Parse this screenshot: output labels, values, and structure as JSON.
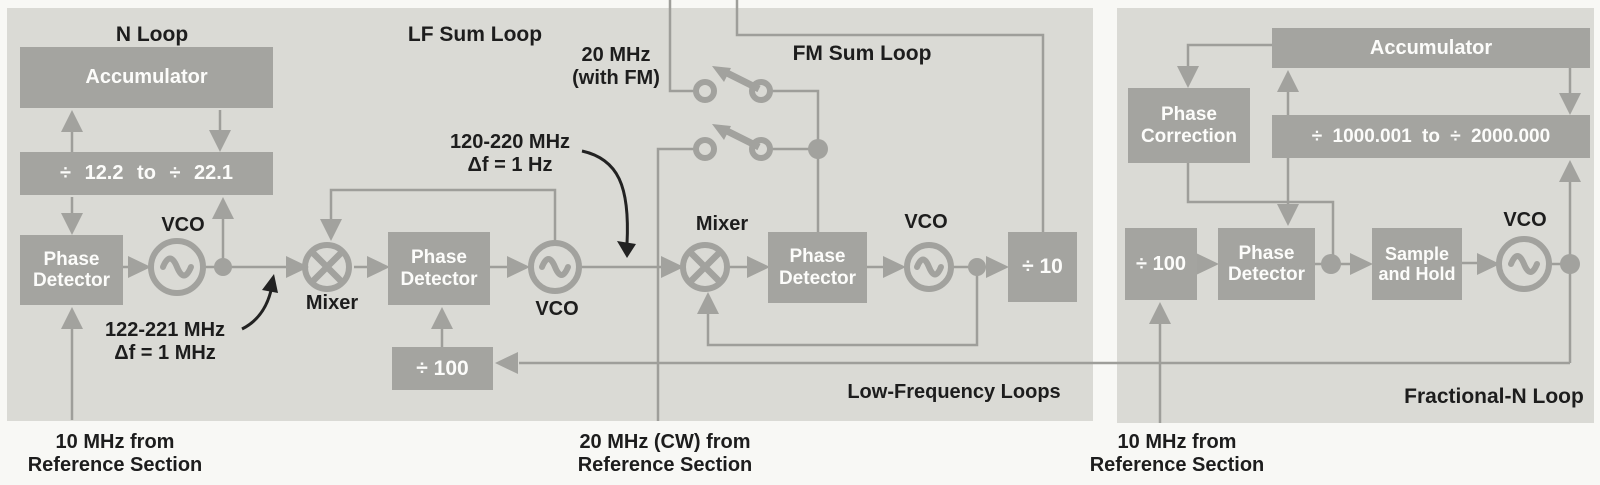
{
  "colors": {
    "background": "#f8f8f5",
    "panel": "#dadad5",
    "box": "#a4a4a0",
    "wire": "#9e9e9a",
    "arrow": "#a2a29e",
    "box_text": "#fcfcfa",
    "text": "#1d1d1d",
    "annotation_arrow": "#222222"
  },
  "panels": {
    "low_frequency": {
      "label": "Low-Frequency Loops"
    },
    "fractional_n": {
      "label": "Fractional-N Loop"
    }
  },
  "loop_titles": {
    "n_loop": "N Loop",
    "lf_sum_loop": "LF Sum Loop",
    "fm_sum_loop": "FM Sum Loop"
  },
  "labels": {
    "vco": "VCO",
    "mixer": "Mixer"
  },
  "boxes": {
    "accumulator": "Accumulator",
    "n_divider": "÷ 12.2 to ÷ 22.1",
    "phase_detector": "Phase Detector",
    "div100": "÷ 100",
    "div10": "÷ 10",
    "phase_correction": "Phase Correction",
    "frac_divider": "÷ 1000.001 to ÷ 2000.000",
    "sample_hold": "Sample and Hold"
  },
  "annotations": {
    "fm_input": {
      "line1": "20 MHz",
      "line2": "(with FM)"
    },
    "lf_output": {
      "line1": "120-220 MHz",
      "line2": "Δf = 1 Hz"
    },
    "n_output": {
      "line1": "122-221 MHz",
      "line2": "Δf = 1 MHz"
    }
  },
  "inputs": {
    "ref10_left": {
      "line1": "10 MHz from",
      "line2": "Reference Section"
    },
    "ref20_center": {
      "line1": "20 MHz (CW) from",
      "line2": "Reference Section"
    },
    "ref10_right": {
      "line1": "10 MHz from",
      "line2": "Reference Section"
    }
  }
}
